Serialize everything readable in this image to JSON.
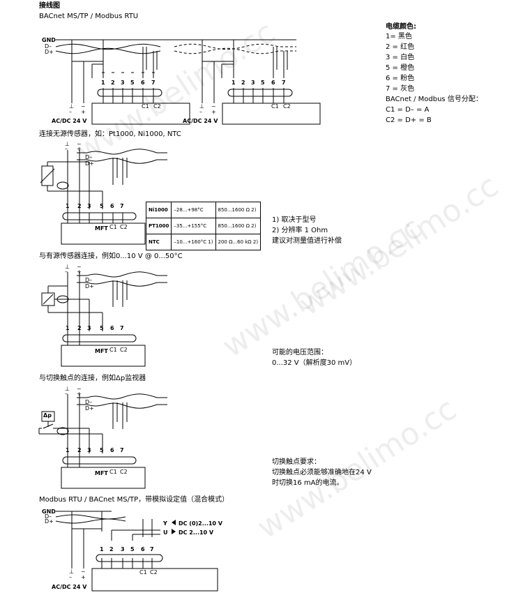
{
  "header": {
    "title": "接线图",
    "subtitle": "BACnet MS/TP / Modbus RTU"
  },
  "wire_labels": {
    "gnd": "GND",
    "dminus": "D–",
    "dplus": "D+",
    "ac_dc": "AC/DC 24 V",
    "ground": "⊥",
    "tilde": "~",
    "minus": "–",
    "plus": "+"
  },
  "terminals": [
    "1",
    "2",
    "3",
    "5",
    "6",
    "7"
  ],
  "bus_terminals": {
    "c1": "C1",
    "c2": "C2",
    "mft": "MFT"
  },
  "cable_colors": {
    "title": "电缆颜色:",
    "items": [
      "1= 黑色",
      "2 = 红色",
      "3 = 白色",
      "5 = 橙色",
      "6 = 粉色",
      "7 = 灰色"
    ],
    "assign_title": "BACnet / Modbus 信号分配：",
    "assign": [
      "C1 = D– = A",
      "C2 = D+ = B"
    ]
  },
  "sections": {
    "passive": "连接无源传感器，如：Pt1000, Ni1000, NTC",
    "active": "与有源传感器连接，例如0...10 V @ 0...50°C",
    "switch": "与切换触点的连接，例如Δp监视器",
    "mixed": "Modbus RTU / BACnet MS/TP，带模拟设定值（混合模式）"
  },
  "spec_table": [
    {
      "name": "Ni1000",
      "temp": "–28...+98°C",
      "res": "850...1600 Ω 2)"
    },
    {
      "name": "PT1000",
      "temp": "–35...+155°C",
      "res": "850...1600 Ω 2)"
    },
    {
      "name": "NTC",
      "temp": "–10...+160°C 1)",
      "res": "200 Ω...60 kΩ 2)"
    }
  ],
  "notes": {
    "passive": [
      "1) 取决于型号",
      "2) 分辨率 1 Ohm",
      "建议对测量值进行补偿"
    ],
    "active": [
      "可能的电压范围：",
      "0...32 V（解析度30 mV）"
    ],
    "switch": [
      "切换触点要求：",
      "切换触点必须能够准确地在24 V",
      "时切换16 mA的电流。"
    ]
  },
  "mixed_signals": {
    "y": "Y",
    "y_range": "DC (0)2...10 V",
    "u": "U",
    "u_range": "DC 2...10 V"
  },
  "sensor_labels": {
    "dp": "Δp"
  },
  "watermark": "www.belimo.cc"
}
